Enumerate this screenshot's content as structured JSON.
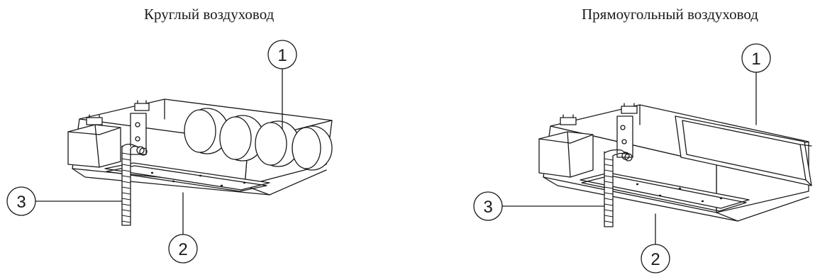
{
  "captions": {
    "left": "Круглый воздуховод",
    "right": "Прямоугольный воздуховод"
  },
  "callouts": {
    "left": [
      "1",
      "2",
      "3"
    ],
    "right": [
      "1",
      "2",
      "3"
    ]
  },
  "colors": {
    "line": "#1a1a1a",
    "fill": "#ffffff"
  }
}
